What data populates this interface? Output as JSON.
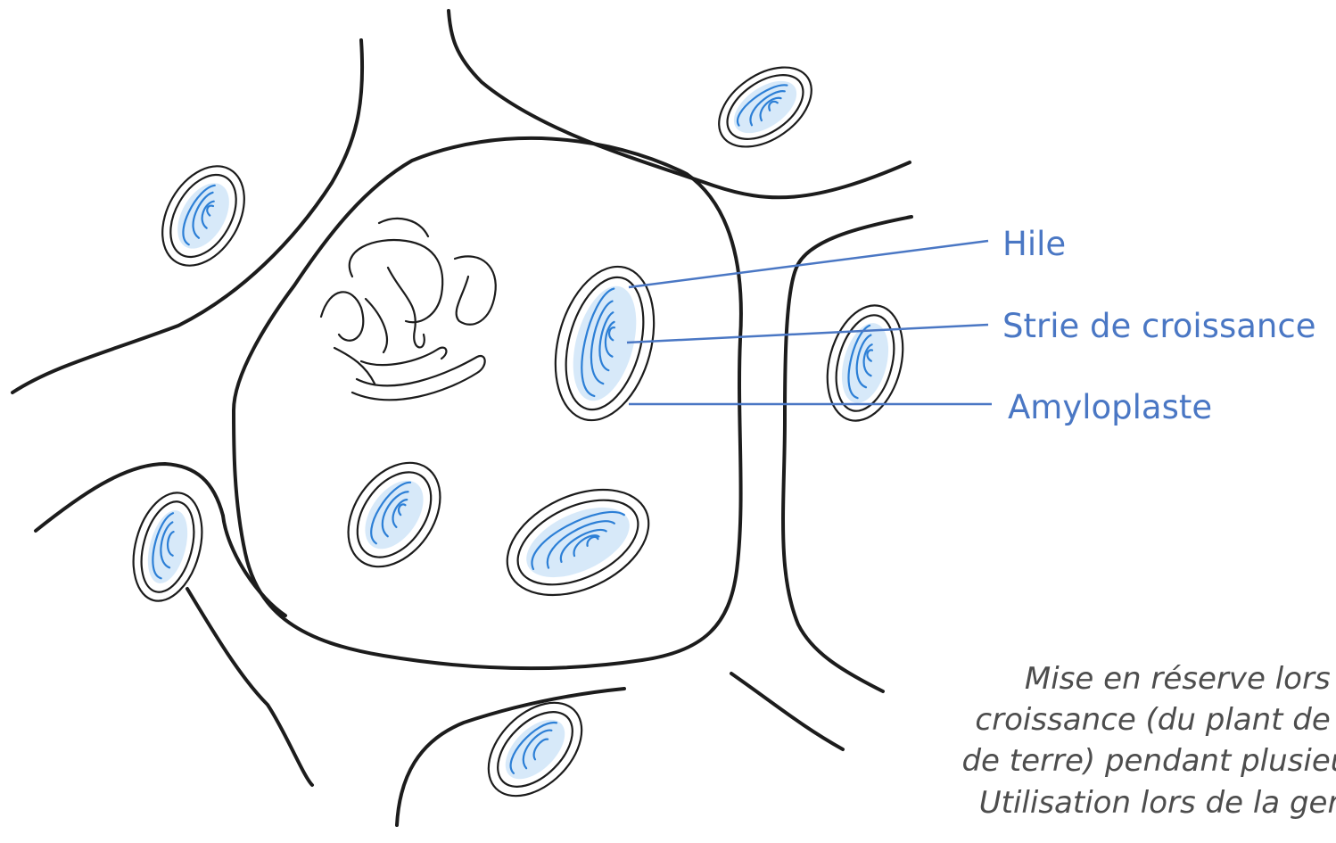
{
  "labels": {
    "hile": "Hile",
    "strie": "Strie de croissance",
    "amyloplaste": "Amyloplaste"
  },
  "caption": {
    "lines": [
      "Mise en réserve lors de",
      "croissance (du plant de po",
      "de terre) pendant plusieurs",
      "Utilisation lors de la germi"
    ]
  },
  "colors": {
    "label": "#4a77c4",
    "cell_wall": "#1c1c1c",
    "starch": "#2c7fd6",
    "caption": "#4d4d4d"
  }
}
